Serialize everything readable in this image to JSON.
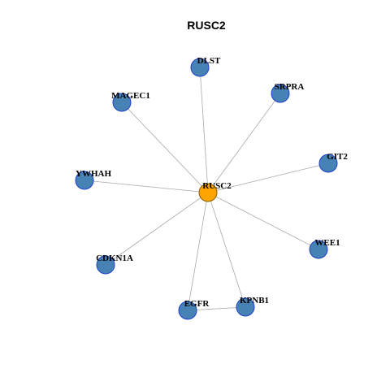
{
  "title": "RUSC2",
  "colors": {
    "center_fill": "#FFA500",
    "center_stroke": "#8B5A00",
    "node_fill": "#4682B4",
    "node_stroke": "#1F3FCF",
    "edge": "#A9A9A9"
  },
  "nodes": [
    {
      "id": "RUSC2",
      "label": "RUSC2",
      "center": true
    },
    {
      "id": "DLST",
      "label": "DLST"
    },
    {
      "id": "SRPRA",
      "label": "SRPRA"
    },
    {
      "id": "MAGEC1",
      "label": "MAGEC1"
    },
    {
      "id": "GIT2",
      "label": "GIT2"
    },
    {
      "id": "YWHAH",
      "label": "YWHAH"
    },
    {
      "id": "WEE1",
      "label": "WEE1"
    },
    {
      "id": "CDKN1A",
      "label": "CDKN1A"
    },
    {
      "id": "KPNB1",
      "label": "KPNB1"
    },
    {
      "id": "EGFR",
      "label": "EGFR"
    }
  ],
  "edges": [
    [
      "RUSC2",
      "DLST"
    ],
    [
      "RUSC2",
      "SRPRA"
    ],
    [
      "RUSC2",
      "MAGEC1"
    ],
    [
      "RUSC2",
      "GIT2"
    ],
    [
      "RUSC2",
      "YWHAH"
    ],
    [
      "RUSC2",
      "WEE1"
    ],
    [
      "RUSC2",
      "CDKN1A"
    ],
    [
      "RUSC2",
      "KPNB1"
    ],
    [
      "RUSC2",
      "EGFR"
    ],
    [
      "EGFR",
      "KPNB1"
    ]
  ]
}
